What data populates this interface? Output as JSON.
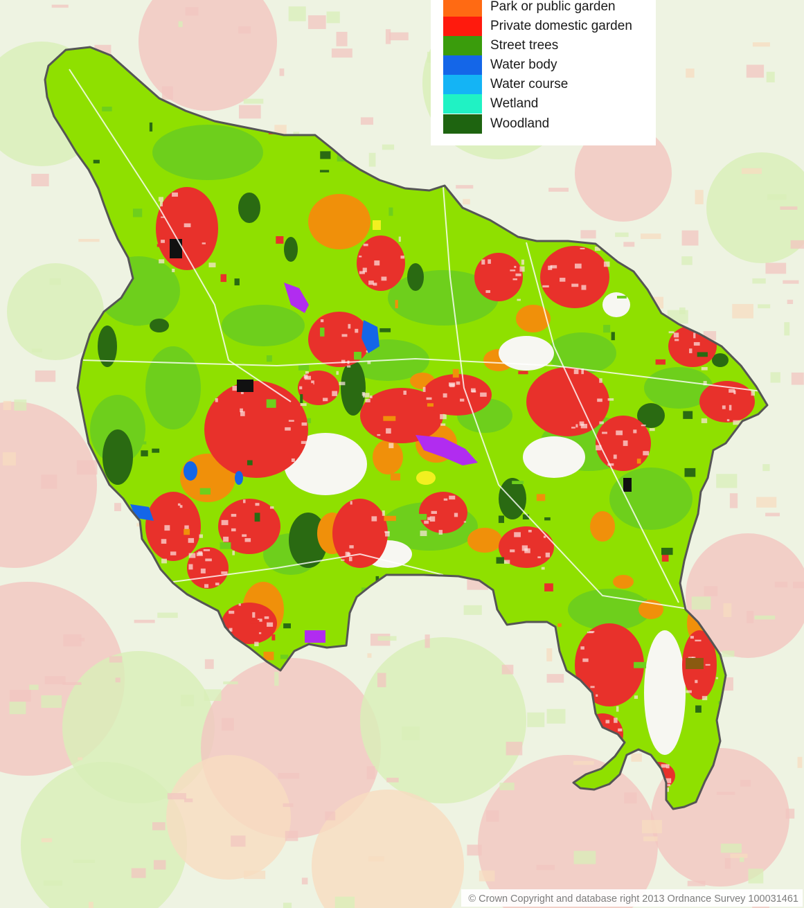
{
  "legend": {
    "items": [
      {
        "key": "park",
        "label": "Park or public garden",
        "color": "#ff6a13"
      },
      {
        "key": "private_garden",
        "label": "Private domestic garden",
        "color": "#ff1a0d"
      },
      {
        "key": "street_trees",
        "label": "Street trees",
        "color": "#3a9c0c"
      },
      {
        "key": "water_body",
        "label": "Water body",
        "color": "#1466e8"
      },
      {
        "key": "water_course",
        "label": "Water course",
        "color": "#14b4f5"
      },
      {
        "key": "wetland",
        "label": "Wetland",
        "color": "#20f2c4"
      },
      {
        "key": "woodland",
        "label": "Woodland",
        "color": "#1e6410"
      }
    ]
  },
  "map_colors": {
    "outside": "#eef3e2",
    "outside_green": "#d8efb8",
    "outside_urban": "#f2c6c0",
    "outside_park": "#f7dcc0",
    "lime": "#8fe000",
    "light_green": "#6ecf1c",
    "urban": "#e8312b",
    "orange": "#f0900a",
    "woodland": "#2a6a12",
    "white": "#f7f7f2",
    "purple": "#b12cf0",
    "water": "#1466e8",
    "black": "#111111",
    "brown": "#8a5a10",
    "yellow": "#f2f020",
    "boundary": "#555555"
  },
  "copyright": "© Crown Copyright and database right 2013 Ordnance Survey 100031461"
}
